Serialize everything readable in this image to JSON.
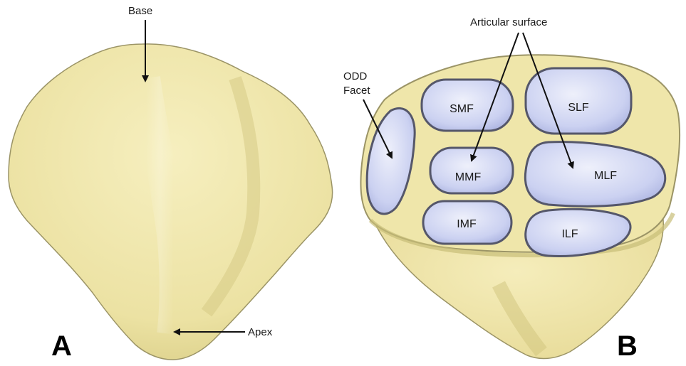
{
  "panels": {
    "a": {
      "letter": "A",
      "labels": {
        "base": "Base",
        "apex": "Apex"
      }
    },
    "b": {
      "letter": "B",
      "labels": {
        "articular_surface": "Articular surface",
        "odd_facet_line1": "ODD",
        "odd_facet_line2": "Facet"
      },
      "facets": {
        "smf": "SMF",
        "slf": "SLF",
        "mmf": "MMF",
        "mlf": "MLF",
        "imf": "IMF",
        "ilf": "ILF"
      }
    }
  },
  "colors": {
    "bone": "#efe6aa",
    "bone_shadow": "#d6cb84",
    "bone_outline": "#8f8a63",
    "facet_fill": "#c9cff0",
    "facet_outline": "#5b5d6e"
  }
}
